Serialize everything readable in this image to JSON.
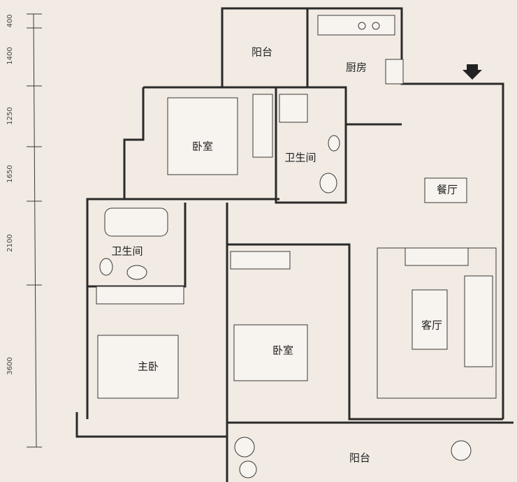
{
  "dimensions": [
    "400",
    "1400",
    "1250",
    "1650",
    "2100",
    "3600"
  ],
  "rooms": {
    "balcony_top": "阳台",
    "kitchen": "厨房",
    "bedroom_top": "卧室",
    "bathroom_top": "卫生间",
    "dining": "餐厅",
    "bathroom_left": "卫生间",
    "living": "客厅",
    "bedroom_middle": "卧室",
    "master_bedroom": "主卧",
    "balcony_bottom": "阳台"
  },
  "colors": {
    "background": "#f1ebe3",
    "wall": "#2a2a2a"
  }
}
